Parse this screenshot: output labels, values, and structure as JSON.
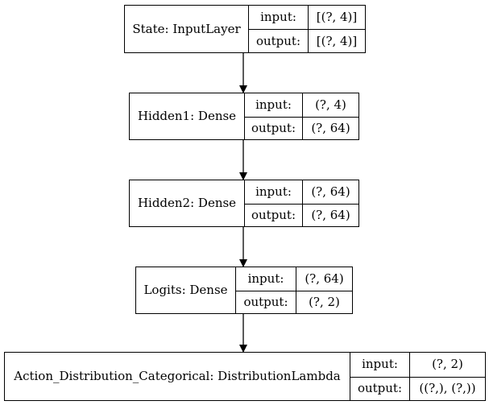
{
  "diagram": {
    "nodes": [
      {
        "name": "State: InputLayer",
        "input_label": "input:",
        "input_value": "[(?, 4)]",
        "output_label": "output:",
        "output_value": "[(?, 4)]"
      },
      {
        "name": "Hidden1: Dense",
        "input_label": "input:",
        "input_value": "(?, 4)",
        "output_label": "output:",
        "output_value": "(?, 64)"
      },
      {
        "name": "Hidden2: Dense",
        "input_label": "input:",
        "input_value": "(?, 64)",
        "output_label": "output:",
        "output_value": "(?, 64)"
      },
      {
        "name": "Logits: Dense",
        "input_label": "input:",
        "input_value": "(?, 64)",
        "output_label": "output:",
        "output_value": "(?, 2)"
      },
      {
        "name": "Action_Distribution_Categorical: DistributionLambda",
        "input_label": "input:",
        "input_value": "(?, 2)",
        "output_label": "output:",
        "output_value": "((?,), (?,))"
      }
    ],
    "edge_color": "#000000"
  }
}
